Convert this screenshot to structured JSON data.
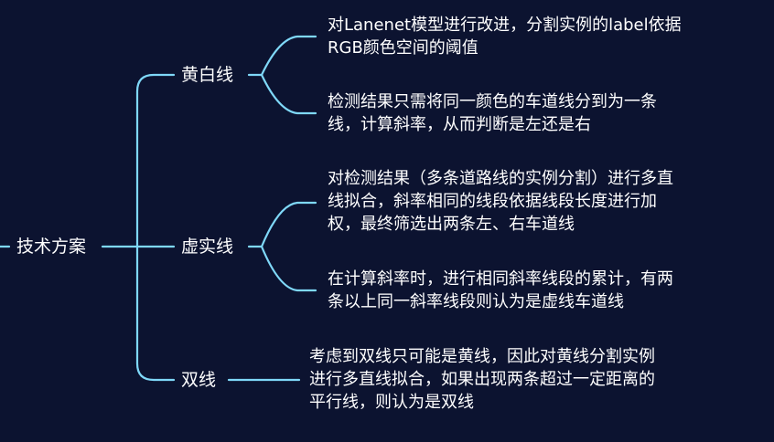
{
  "root": {
    "label": "技术方案"
  },
  "branches": [
    {
      "label": "黄白线",
      "leaves": [
        {
          "lines": [
            "对Lanenet模型进行改进，分割实例的label依据",
            "RGB颜色空间的阈值"
          ]
        },
        {
          "lines": [
            "检测结果只需将同一颜色的车道线分到为一条",
            "线，计算斜率，从而判断是左还是右"
          ]
        }
      ]
    },
    {
      "label": "虚实线",
      "leaves": [
        {
          "lines": [
            "对检测结果（多条道路线的实例分割）进行多直",
            "线拟合，斜率相同的线段依据线段长度进行加",
            "权，最终筛选出两条左、右车道线"
          ]
        },
        {
          "lines": [
            "在计算斜率时，进行相同斜率线段的累计，有两",
            "条以上同一斜率线段则认为是虚线车道线"
          ]
        }
      ]
    },
    {
      "label": "双线",
      "leaves": [
        {
          "lines": [
            "考虑到双线只可能是黄线，因此对黄线分割实例",
            "进行多直线拟合，如果出现两条超过一定距离的",
            "平行线，则认为是双线"
          ]
        }
      ]
    }
  ],
  "colors": {
    "background": "#0c1330",
    "connector": "#7fd8f8",
    "text": "#ffffff"
  }
}
